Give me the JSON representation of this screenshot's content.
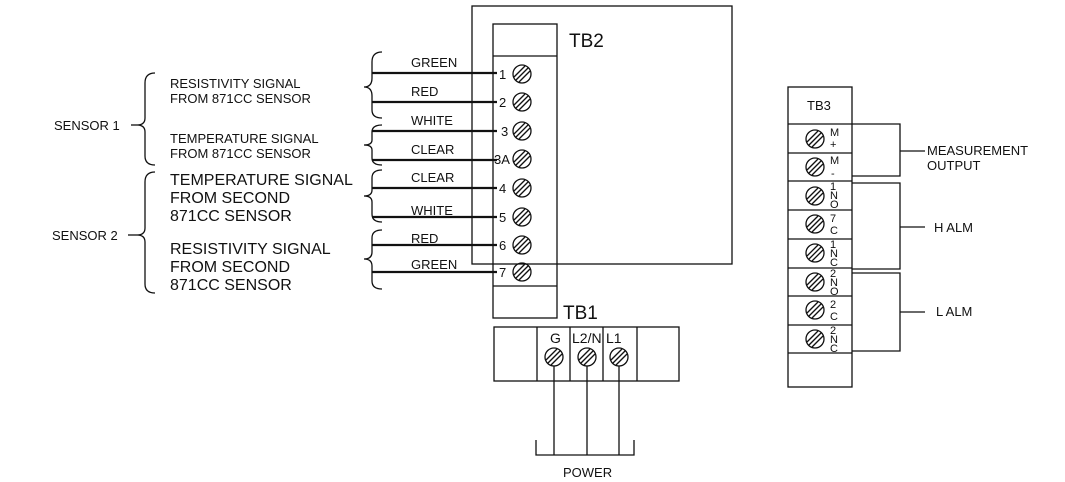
{
  "tb2": {
    "title": "TB2",
    "terminals": [
      "1",
      "2",
      "3",
      "3A",
      "4",
      "5",
      "6",
      "7"
    ]
  },
  "wires": [
    "GREEN",
    "RED",
    "WHITE",
    "CLEAR",
    "CLEAR",
    "WHITE",
    "RED",
    "GREEN"
  ],
  "sensor1": {
    "label": "SENSOR 1",
    "resistivity": [
      "RESISTIVITY SIGNAL",
      "FROM 871CC SENSOR"
    ],
    "temperature": [
      "TEMPERATURE SIGNAL",
      "FROM 871CC SENSOR"
    ]
  },
  "sensor2": {
    "label": "SENSOR 2",
    "temperature": [
      "TEMPERATURE SIGNAL",
      "FROM SECOND",
      "871CC SENSOR"
    ],
    "resistivity": [
      "RESISTIVITY SIGNAL",
      "FROM SECOND",
      "871CC SENSOR"
    ]
  },
  "tb1": {
    "title": "TB1",
    "terminals": [
      "G",
      "L2/N",
      "L1"
    ],
    "power_label": "POWER"
  },
  "tb3": {
    "title": "TB3",
    "terminals": [
      [
        "M",
        "+"
      ],
      [
        "M",
        "-"
      ],
      [
        "1",
        "N",
        "O"
      ],
      [
        "7",
        "C"
      ],
      [
        "1",
        "N",
        "C"
      ],
      [
        "2",
        "N",
        "O"
      ],
      [
        "2",
        "C"
      ],
      [
        "2",
        "N",
        "C"
      ]
    ],
    "measurement": [
      "MEASUREMENT",
      "OUTPUT"
    ],
    "h_alm": "H ALM",
    "l_alm": "L ALM"
  }
}
